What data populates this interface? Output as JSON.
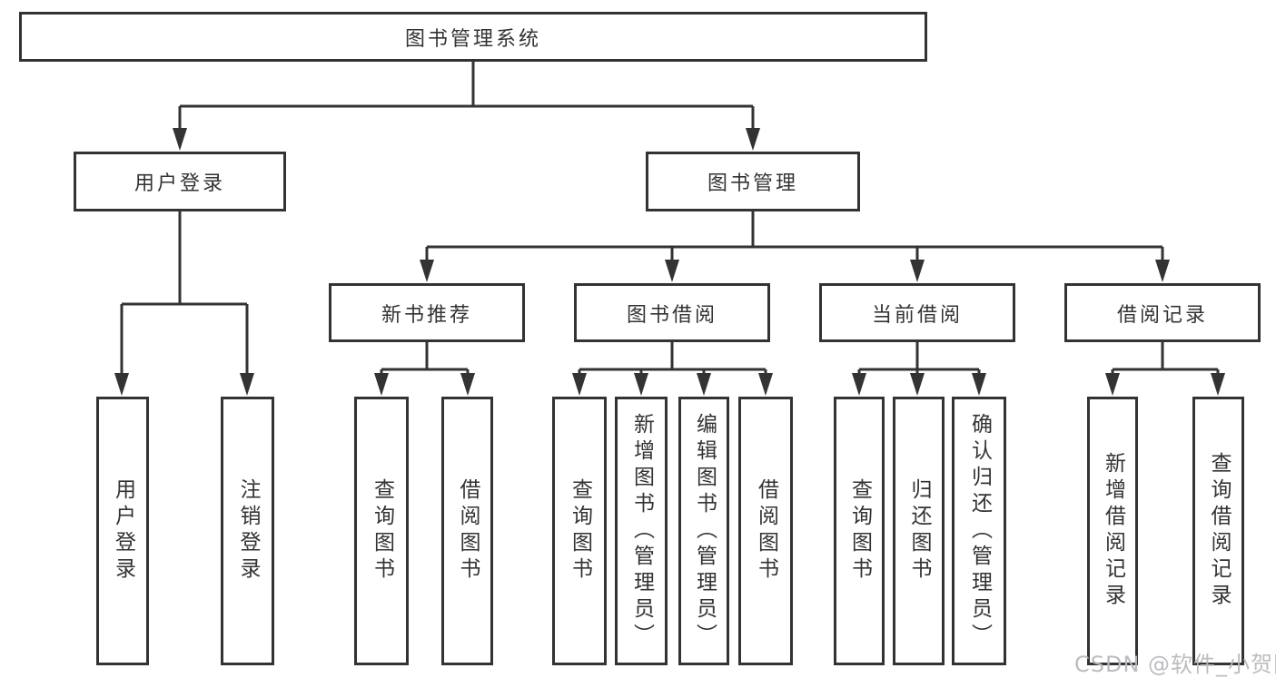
{
  "tree": {
    "label": "图书管理系统",
    "children": [
      {
        "label": "用户登录",
        "children": [
          {
            "label": "用户登录"
          },
          {
            "label": "注销登录"
          }
        ]
      },
      {
        "label": "图书管理",
        "children": [
          {
            "label": "新书推荐",
            "children": [
              {
                "label": "查询图书"
              },
              {
                "label": "借阅图书"
              }
            ]
          },
          {
            "label": "图书借阅",
            "children": [
              {
                "label": "查询图书"
              },
              {
                "label": "新增图书（管理员）"
              },
              {
                "label": "编辑图书（管理员）"
              },
              {
                "label": "借阅图书"
              }
            ]
          },
          {
            "label": "当前借阅",
            "children": [
              {
                "label": "查询图书"
              },
              {
                "label": "归还图书"
              },
              {
                "label": "确认归还（管理员）"
              }
            ]
          },
          {
            "label": "借阅记录",
            "children": [
              {
                "label": "新增借阅记录"
              },
              {
                "label": "查询借阅记录"
              }
            ]
          }
        ]
      }
    ]
  },
  "watermark": {
    "text": "CSDN @软件_小贺同学",
    "color": "#b8b8be"
  },
  "colors": {
    "line": "#333333",
    "box_border": "#333333",
    "text": "#333333",
    "background": "#ffffff"
  }
}
